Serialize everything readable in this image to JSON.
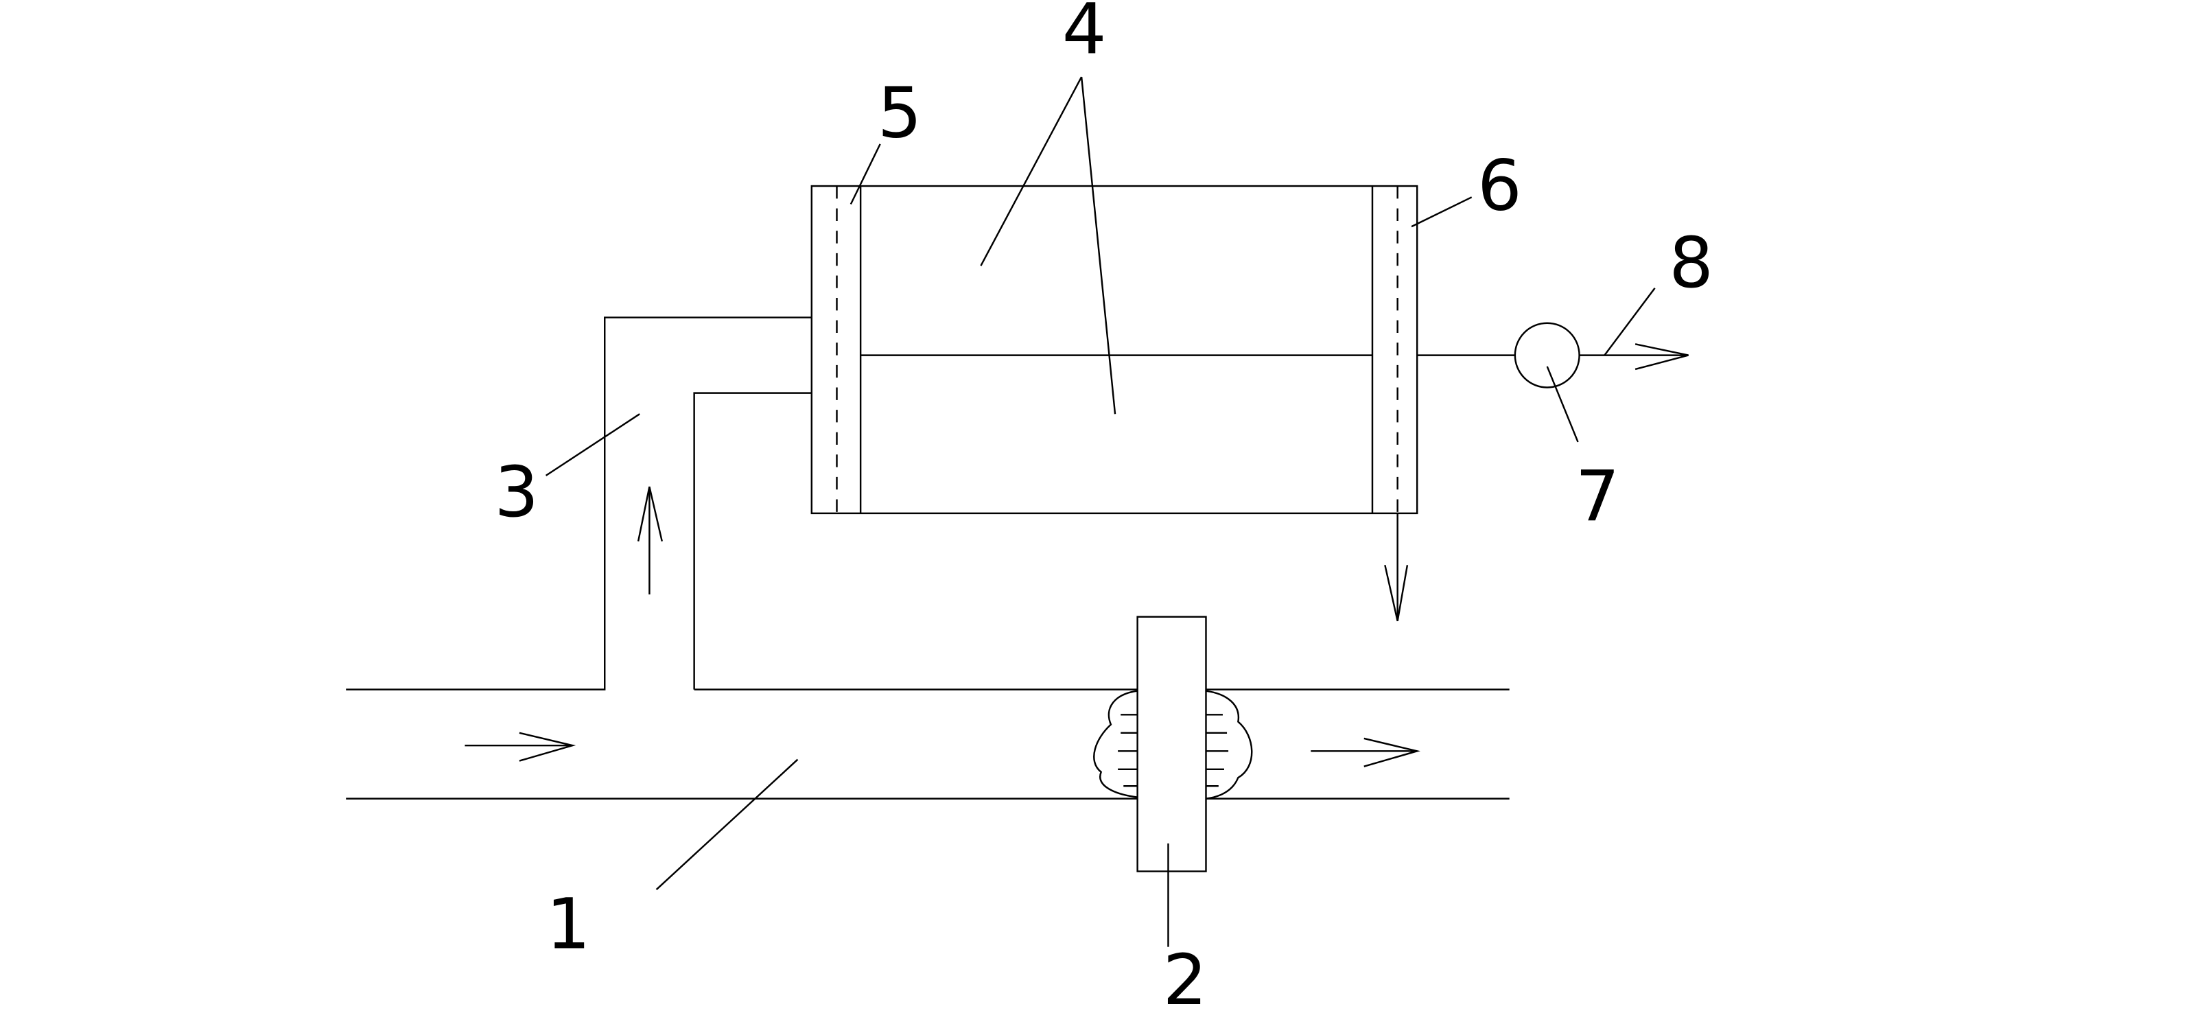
{
  "labels": {
    "main_pipe": "1",
    "device_2": "2",
    "branch_pipe": "3",
    "chambers": "4",
    "left_plate": "5",
    "right_plate": "6",
    "pump": "7",
    "outlet": "8"
  },
  "colors": {
    "line": "#000000",
    "background": "#ffffff"
  }
}
